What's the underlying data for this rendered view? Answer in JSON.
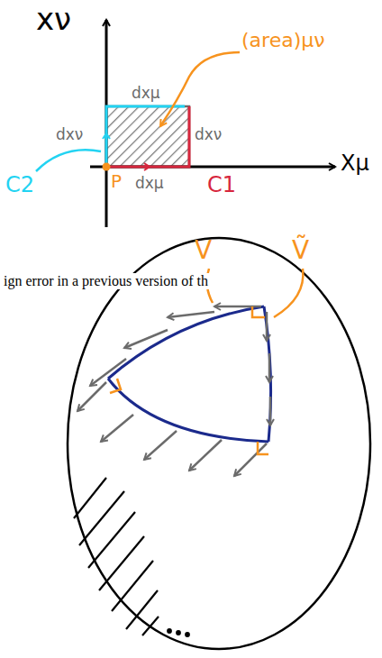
{
  "diagram": {
    "labels": [
      "xν",
      "Xμ",
      "(area)μν",
      "dxμ",
      "dxν",
      "dxν",
      "C2",
      "P",
      "dxμ",
      "C1",
      "ign error in a previous version of th",
      "V",
      "Ṽ"
    ]
  }
}
